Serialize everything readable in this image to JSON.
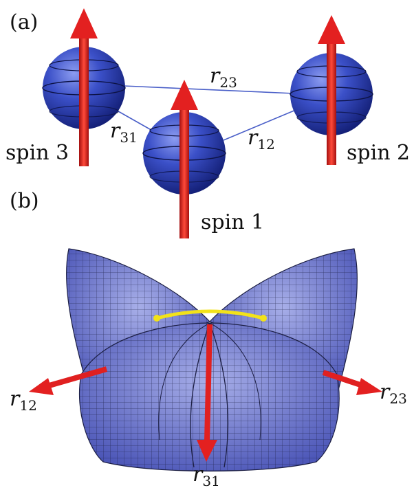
{
  "panels": {
    "a": "(a)",
    "b": "(b)"
  },
  "spins": {
    "spin1": "spin 1",
    "spin2": "spin 2",
    "spin3": "spin 3"
  },
  "distances": {
    "r12": {
      "var": "r",
      "sub": "12"
    },
    "r23": {
      "var": "r",
      "sub": "23"
    },
    "r31": {
      "var": "r",
      "sub": "31"
    }
  },
  "axes": {
    "r12": {
      "var": "r",
      "sub": "12"
    },
    "r23": {
      "var": "r",
      "sub": "23"
    },
    "r31": {
      "var": "r",
      "sub": "31"
    }
  },
  "colors": {
    "sphere": "#3a4fc4",
    "arrow": "#e02020",
    "link": "#4a5fc8",
    "surface": "#6f78d2",
    "highlight": "#f2e21a"
  }
}
